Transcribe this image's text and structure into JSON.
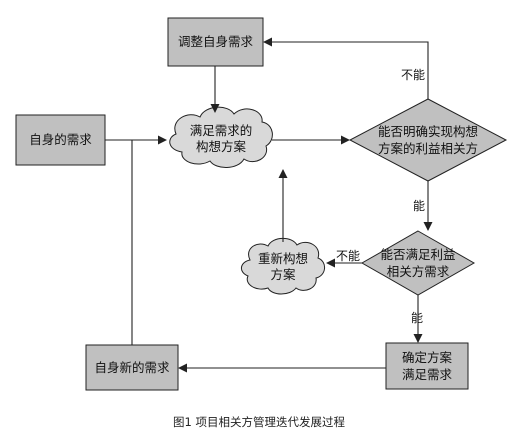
{
  "nodes": {
    "adjust_needs": {
      "line1": "调整自身需求"
    },
    "own_needs": {
      "line1": "自身的需求"
    },
    "satisfy_plan": {
      "line1": "满足需求的",
      "line2": "构想方案"
    },
    "identify_stakeholders": {
      "line1": "能否明确实现构想",
      "line2": "方案的利益相关方"
    },
    "rethink_plan": {
      "line1": "重新构想",
      "line2": "方案"
    },
    "meet_stakeholders": {
      "line1": "能否满足利益",
      "line2": "相关方需求"
    },
    "confirm_plan": {
      "line1": "确定方案",
      "line2": "满足需求"
    },
    "new_own_needs": {
      "line1": "自身新的需求"
    }
  },
  "edge_labels": {
    "no_top": "不能",
    "yes_mid": "能",
    "no_mid": "不能",
    "yes_bottom": "能"
  },
  "caption": "图1  项目相关方管理迭代发展过程",
  "colors": {
    "box_fill": "#c0c0c0",
    "stroke": "#222222",
    "background": "#ffffff"
  }
}
